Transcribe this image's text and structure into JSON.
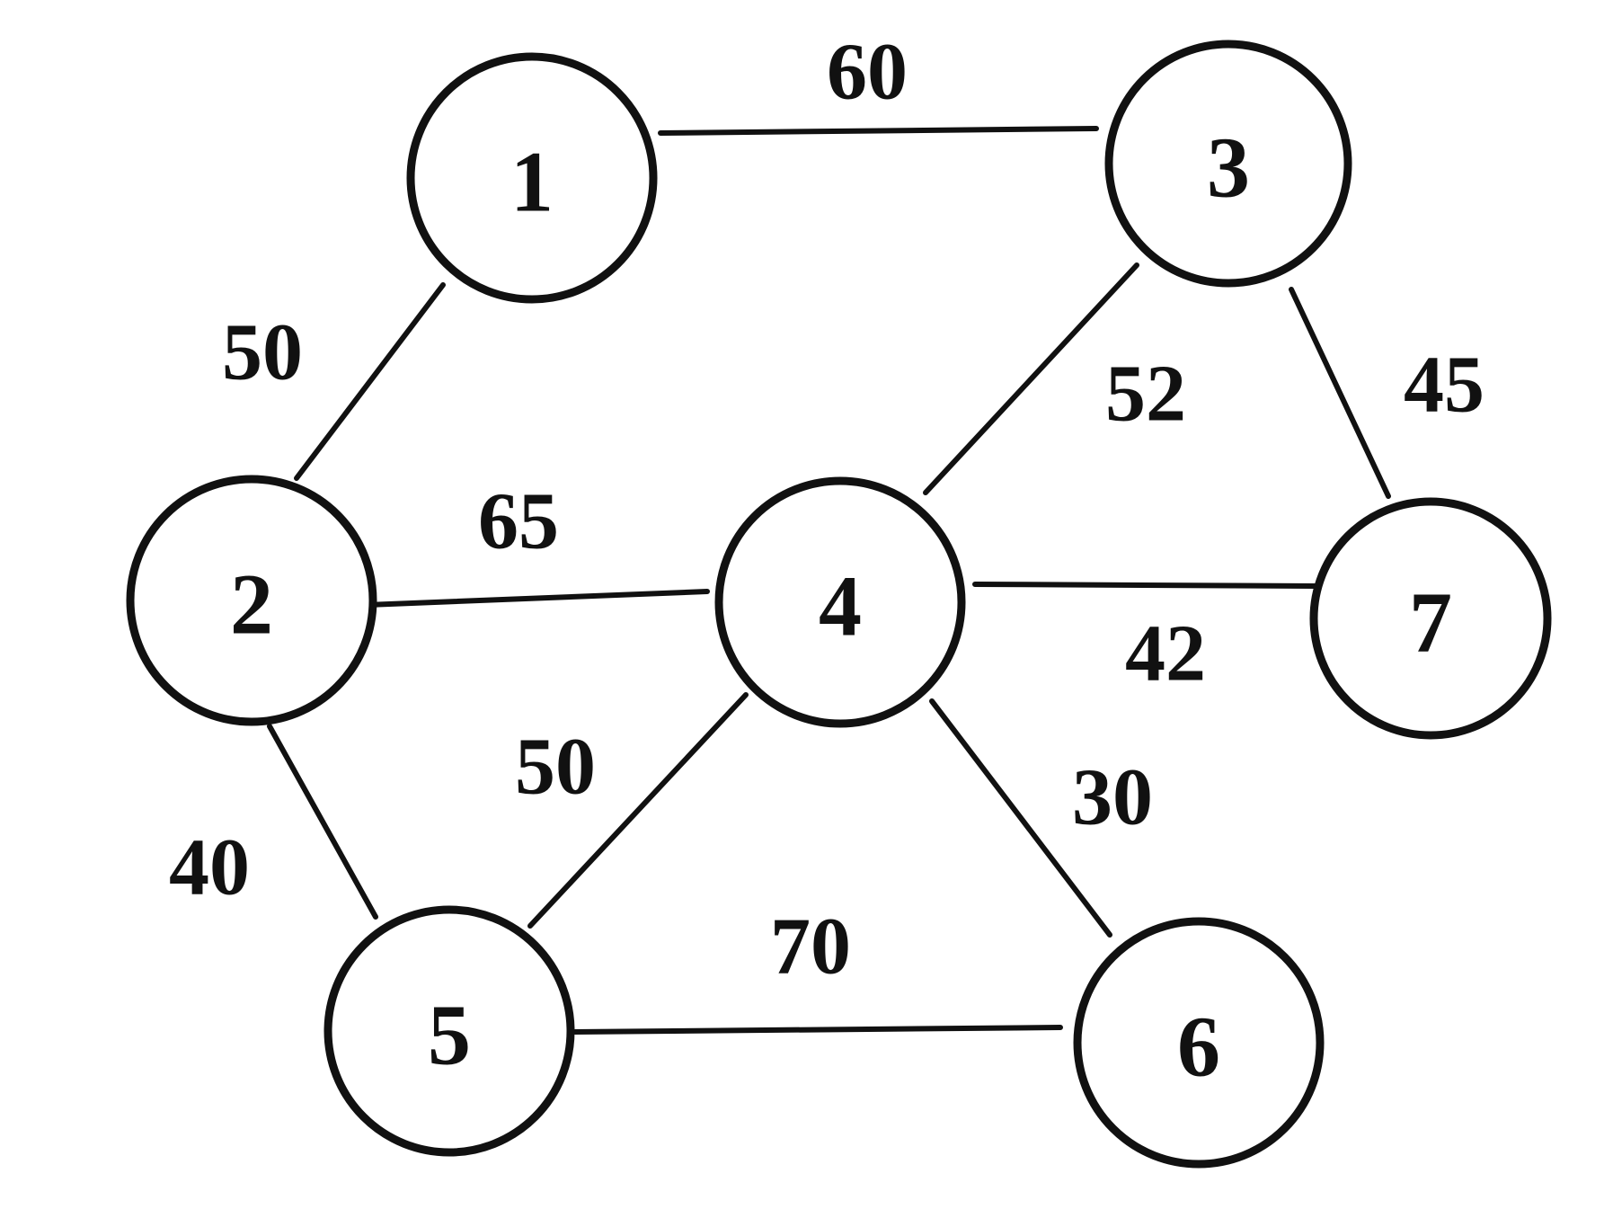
{
  "graph": {
    "nodes": [
      {
        "id": "1",
        "label": "1"
      },
      {
        "id": "2",
        "label": "2"
      },
      {
        "id": "3",
        "label": "3"
      },
      {
        "id": "4",
        "label": "4"
      },
      {
        "id": "5",
        "label": "5"
      },
      {
        "id": "6",
        "label": "6"
      },
      {
        "id": "7",
        "label": "7"
      }
    ],
    "edges": [
      {
        "from": "1",
        "to": "3",
        "weight": "60"
      },
      {
        "from": "1",
        "to": "2",
        "weight": "50"
      },
      {
        "from": "3",
        "to": "4",
        "weight": "52"
      },
      {
        "from": "3",
        "to": "7",
        "weight": "45"
      },
      {
        "from": "2",
        "to": "4",
        "weight": "65"
      },
      {
        "from": "4",
        "to": "7",
        "weight": "42"
      },
      {
        "from": "2",
        "to": "5",
        "weight": "40"
      },
      {
        "from": "4",
        "to": "5",
        "weight": "50"
      },
      {
        "from": "4",
        "to": "6",
        "weight": "30"
      },
      {
        "from": "5",
        "to": "6",
        "weight": "70"
      }
    ]
  }
}
